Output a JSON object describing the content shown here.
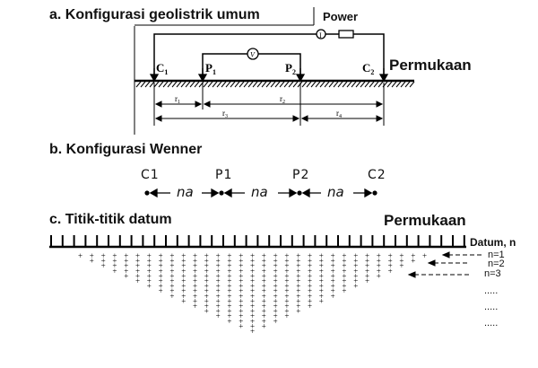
{
  "section_a": {
    "title": "a. Konfigurasi geolistrik umum",
    "power_label": "Power",
    "surface_label": "Permukaan",
    "electrodes": [
      "C",
      "P",
      "P",
      "C"
    ],
    "subscripts": [
      "1",
      "1",
      "2",
      "2"
    ],
    "meter_symbol": "V",
    "source_symbol": "I",
    "distances": [
      "r",
      "r",
      "r",
      "r"
    ],
    "distance_subscripts": [
      "1",
      "2",
      "3",
      "4"
    ]
  },
  "section_b": {
    "title": "b. Konfigurasi Wenner",
    "electrodes": [
      "C1",
      "P1",
      "P2",
      "C2"
    ],
    "spacing": [
      "na",
      "na",
      "na"
    ]
  },
  "section_c": {
    "title": "c. Titik-titik datum",
    "surface_label": "Permukaan",
    "datum_label": "Datum, n",
    "levels": [
      "n=1",
      "n=2",
      "n=3",
      ".....",
      ".....",
      "....."
    ]
  }
}
